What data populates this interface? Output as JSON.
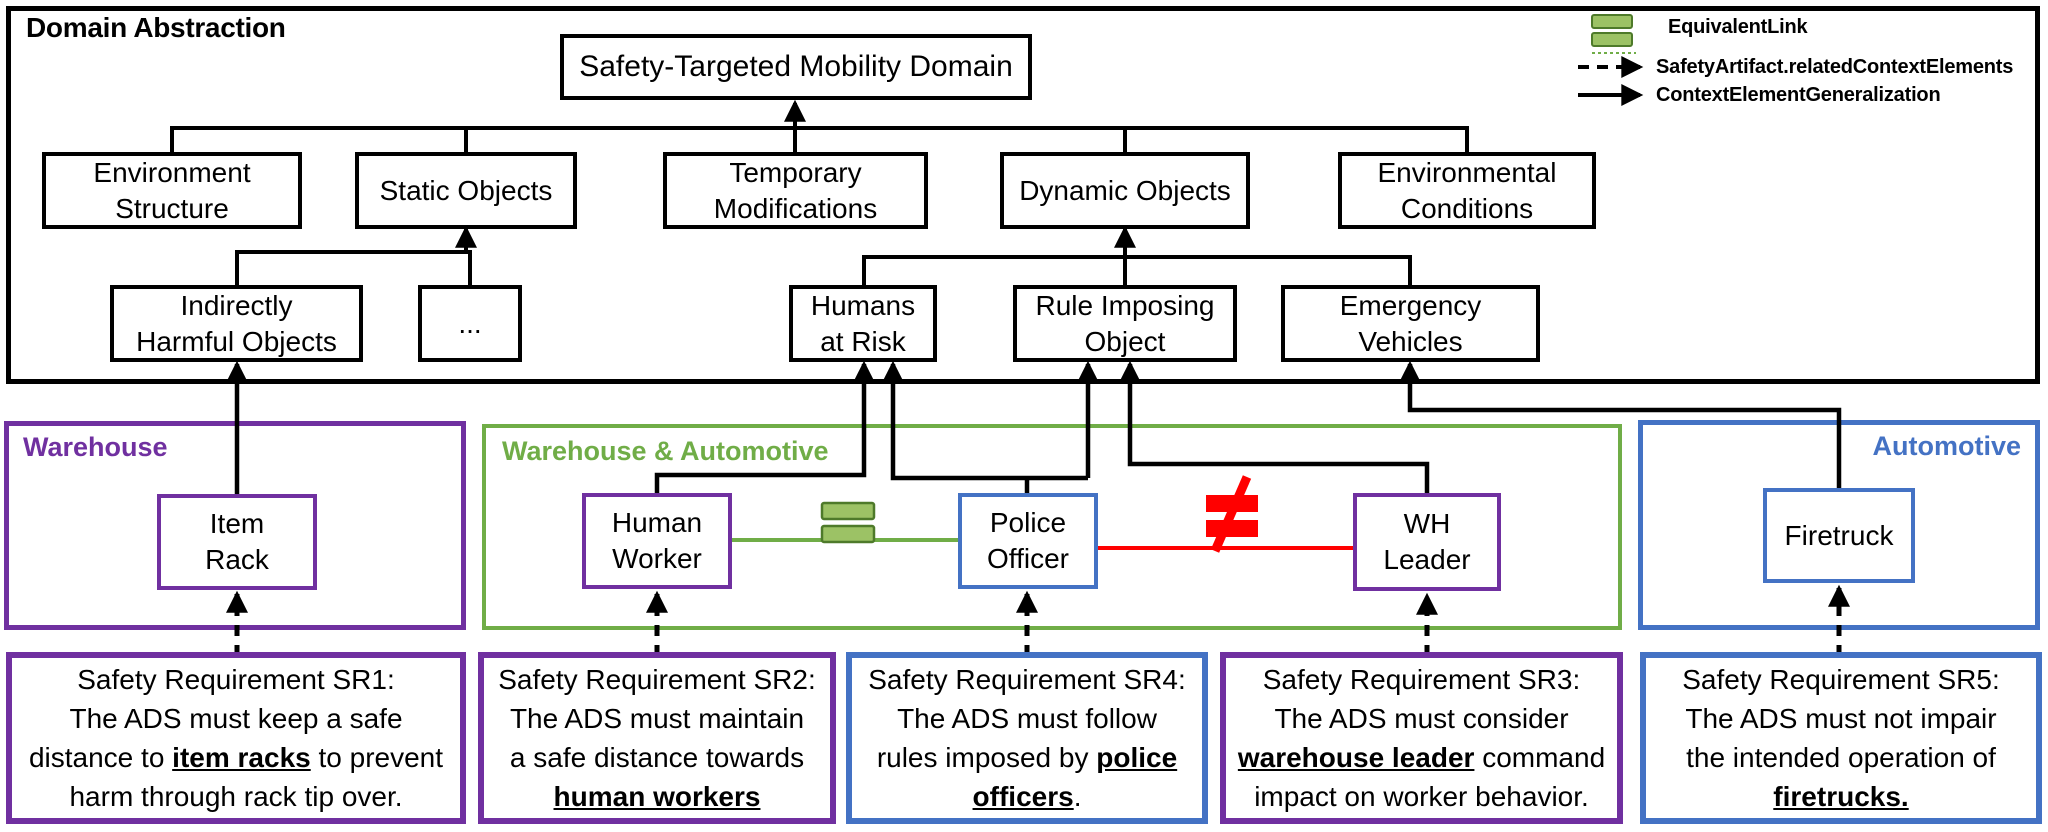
{
  "colors": {
    "purple": "#7030A0",
    "blue": "#4472C4",
    "green": "#70AD47",
    "red": "#FF0000",
    "black": "#000000"
  },
  "domain": {
    "title": "Domain Abstraction"
  },
  "legend": {
    "equivalent_label": "EquivalentLink",
    "related_label": "SafetyArtifact.relatedContextElements",
    "generalization_label": "ContextElementGeneralization"
  },
  "root": {
    "label": "Safety-Targeted Mobility Domain"
  },
  "abstract_elements": [
    {
      "lines": [
        "Environment",
        "Structure"
      ]
    },
    {
      "lines": [
        "Static Objects"
      ]
    },
    {
      "lines": [
        "Temporary",
        "Modifications"
      ]
    },
    {
      "lines": [
        "Dynamic Objects"
      ]
    },
    {
      "lines": [
        "Environmental",
        "Conditions"
      ]
    }
  ],
  "specialized_elements": [
    {
      "lines": [
        "Indirectly",
        "Harmful Objects"
      ]
    },
    {
      "lines": [
        "..."
      ]
    },
    {
      "lines": [
        "Humans",
        "at Risk"
      ]
    },
    {
      "lines": [
        "Rule Imposing",
        "Object"
      ]
    },
    {
      "lines": [
        "Emergency",
        "Vehicles"
      ]
    }
  ],
  "regions": [
    {
      "label": "Warehouse"
    },
    {
      "label": "Warehouse & Automotive"
    },
    {
      "label": "Automotive"
    }
  ],
  "context_elements": [
    {
      "lines": [
        "Item",
        "Rack"
      ]
    },
    {
      "lines": [
        "Human",
        "Worker"
      ]
    },
    {
      "lines": [
        "Police",
        "Officer"
      ]
    },
    {
      "lines": [
        "WH",
        "Leader"
      ]
    },
    {
      "lines": [
        "Firetruck"
      ]
    }
  ],
  "safety_requirements": [
    {
      "id": "SR1",
      "lines": [
        {
          "pre": "Safety Requirement SR1:"
        },
        {
          "pre": "The ADS must keep a safe"
        },
        {
          "pre": "distance to ",
          "em": "item racks",
          "post": " to prevent"
        },
        {
          "pre": "harm through rack tip over."
        }
      ]
    },
    {
      "id": "SR2",
      "lines": [
        {
          "pre": "Safety Requirement SR2:"
        },
        {
          "pre": "The ADS must maintain"
        },
        {
          "pre": "a safe distance towards"
        },
        {
          "em": "human workers"
        }
      ]
    },
    {
      "id": "SR4",
      "lines": [
        {
          "pre": "Safety Requirement SR4:"
        },
        {
          "pre": "The ADS must follow"
        },
        {
          "pre": "rules imposed by ",
          "em": "police"
        },
        {
          "em": "officers",
          "post": "."
        }
      ]
    },
    {
      "id": "SR3",
      "lines": [
        {
          "pre": "Safety Requirement SR3:"
        },
        {
          "pre": "The ADS must consider"
        },
        {
          "em": "warehouse leader",
          "post": " command"
        },
        {
          "pre": "impact on worker behavior."
        }
      ]
    },
    {
      "id": "SR5",
      "lines": [
        {
          "pre": "Safety Requirement SR5:"
        },
        {
          "pre": "The ADS must not impair"
        },
        {
          "pre": "the intended operation of"
        },
        {
          "em": "firetrucks."
        }
      ]
    }
  ]
}
